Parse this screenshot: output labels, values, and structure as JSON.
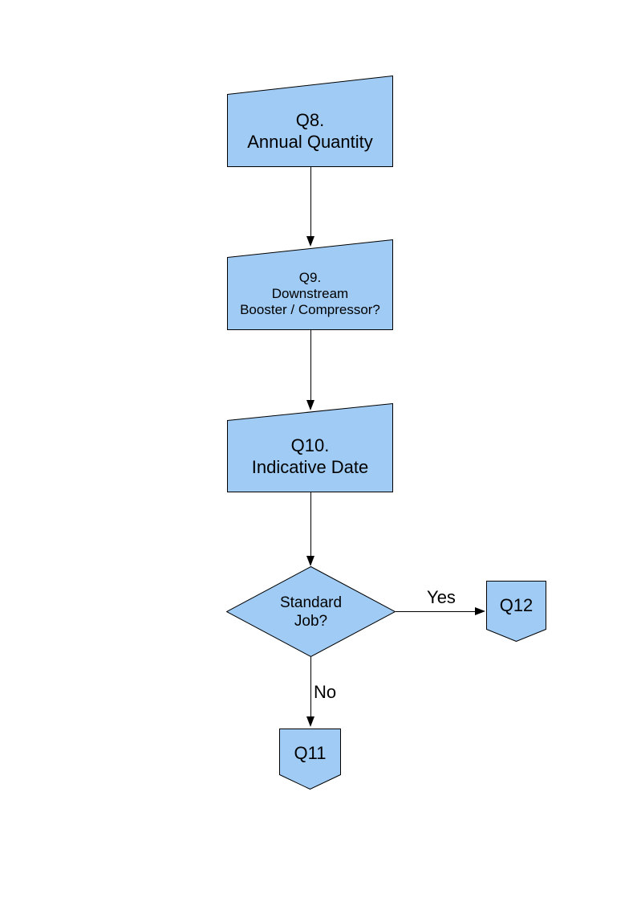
{
  "style": {
    "background": "#ffffff",
    "node_fill": "#9fcbf5",
    "node_border": "#000000",
    "line_color": "#000000",
    "text_color": "#000000"
  },
  "nodes": {
    "q8": {
      "lines": [
        "Q8.",
        "Annual Quantity"
      ]
    },
    "q9": {
      "lines": [
        "Q9.",
        "Downstream",
        "Booster / Compressor?"
      ]
    },
    "q10": {
      "lines": [
        "Q10.",
        "Indicative Date"
      ]
    },
    "decision": {
      "lines": [
        "Standard",
        "Job?"
      ]
    },
    "q12": {
      "label": "Q12"
    },
    "q11": {
      "label": "Q11"
    }
  },
  "edges": {
    "yes_label": "Yes",
    "no_label": "No"
  }
}
